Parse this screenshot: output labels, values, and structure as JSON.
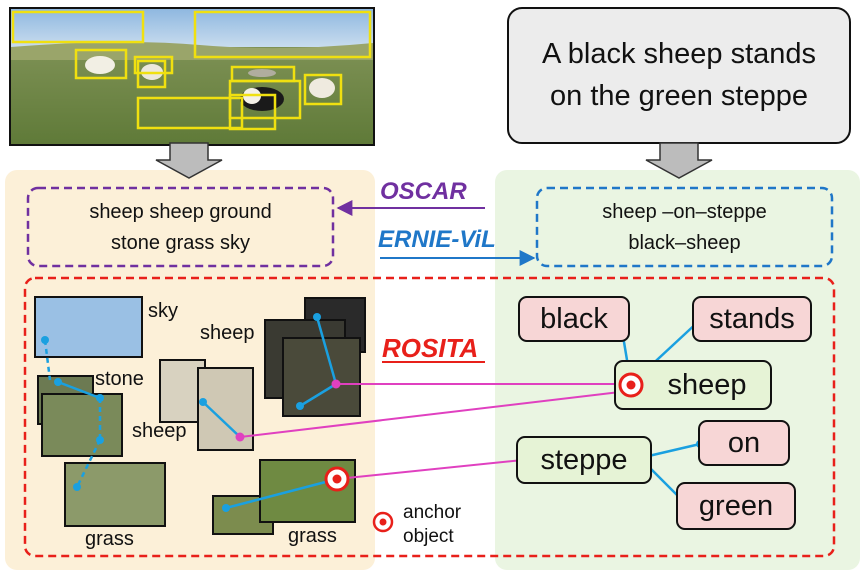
{
  "caption": "A black sheep stands on the green steppe",
  "object_tags": [
    "sheep  sheep ground",
    "stone  grass   sky"
  ],
  "scene_graph_text": [
    "sheep –on–steppe",
    "black–sheep"
  ],
  "methods": {
    "oscar": "OSCAR",
    "ernie": "ERNIE-ViL",
    "rosita": "ROSITA"
  },
  "region_labels": {
    "sky": "sky",
    "sheep_a": "sheep",
    "stone": "stone",
    "sheep_b": "sheep",
    "grass_a": "grass",
    "grass_b": "grass"
  },
  "text_nodes": {
    "black": "black",
    "stands": "stands",
    "sheep": "sheep",
    "steppe": "steppe",
    "on": "on",
    "green": "green"
  },
  "legend": {
    "anchor_line1": "anchor",
    "anchor_line2": "object"
  },
  "colors": {
    "left_panel": "#fcf0d8",
    "right_panel": "#eaf5e2",
    "oscar": "#7030a0",
    "ernie": "#1f77c8",
    "rosita": "#e8201a",
    "link": "#e040c0",
    "intra_edge": "#1aa0e0",
    "node_pink": "#f7d6d6",
    "node_green": "#e6f3d6",
    "bbox": "#f0e010"
  }
}
